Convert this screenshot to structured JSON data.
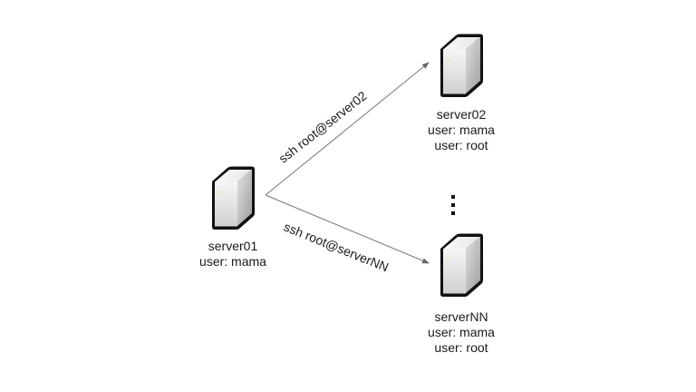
{
  "diagram": {
    "type": "network-ssh-topology",
    "colors": {
      "line": "#777777",
      "text": "#1a1a1a",
      "server_outline": "#111111",
      "server_front_light": "#f4f4f4",
      "server_front_dark": "#c8c8c8",
      "server_side_light": "#dcdcdc",
      "server_side_dark": "#9a9a9a",
      "server_led": "#e8e0a0"
    },
    "nodes": [
      {
        "id": "server01",
        "name": "server01",
        "users": [
          "user: mama"
        ]
      },
      {
        "id": "server02",
        "name": "server02",
        "users": [
          "user: mama",
          "user: root"
        ]
      },
      {
        "id": "serverNN",
        "name": "serverNN",
        "users": [
          "user: mama",
          "user: root"
        ]
      }
    ],
    "edges": [
      {
        "from": "server01",
        "to": "server02",
        "label": "ssh root@server02"
      },
      {
        "from": "server01",
        "to": "serverNN",
        "label": "ssh root@serverNN"
      }
    ],
    "ellipsis": "vertical-dots-between-server02-and-serverNN"
  }
}
